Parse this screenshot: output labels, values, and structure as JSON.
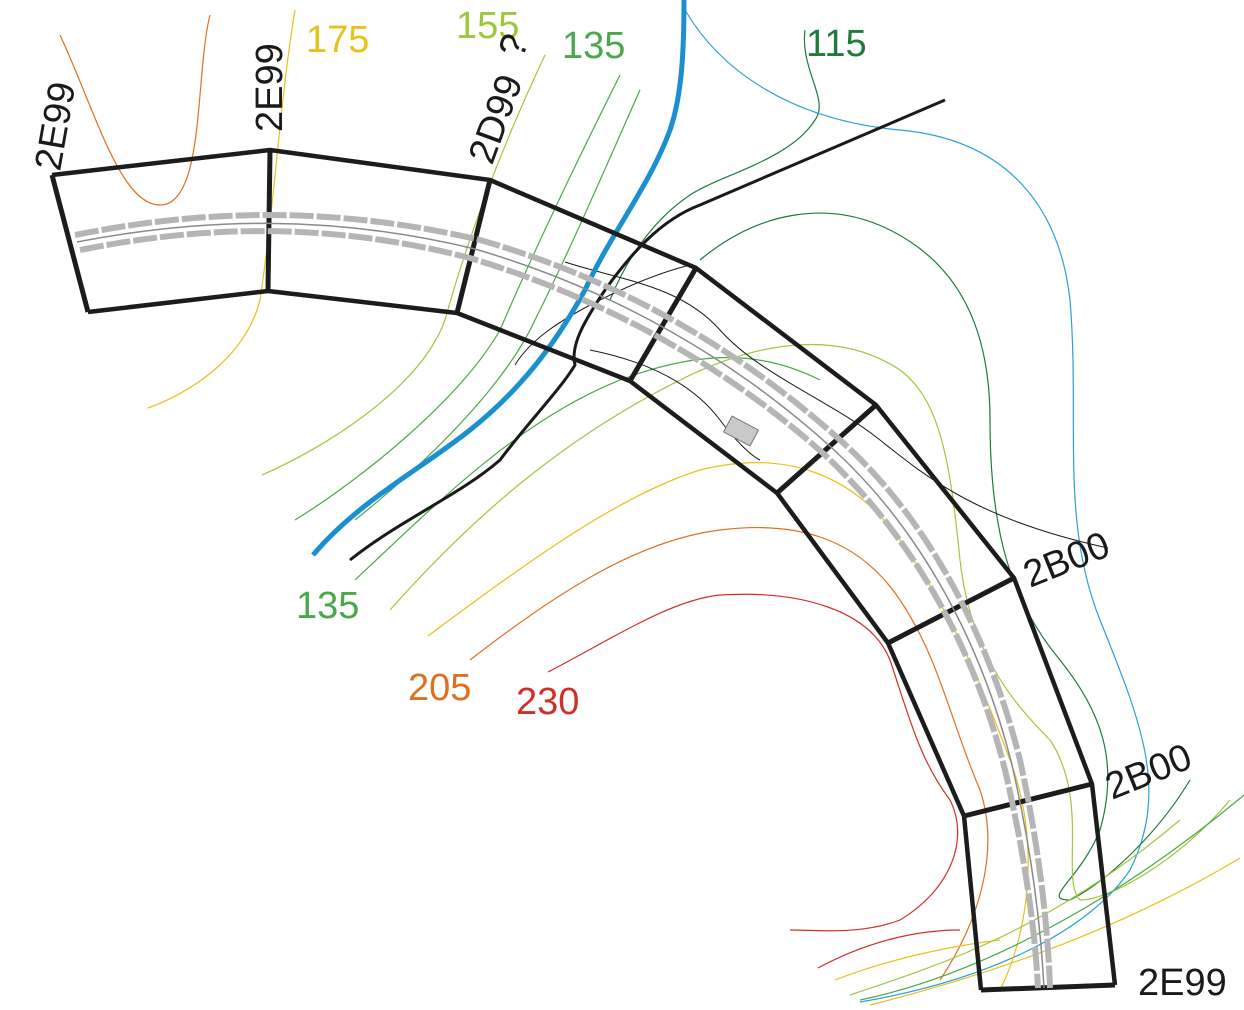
{
  "colors": {
    "river": "#1a8fd1",
    "road": "#1a1a1a",
    "contour_115": "#1f7a3c",
    "contour_135": "#4aa84a",
    "contour_155": "#9ec83a",
    "contour_175": "#e6c21a",
    "contour_205": "#e07020",
    "contour_230": "#d03028",
    "contour_blue": "#2aa0d8",
    "section_outline": "#1c1c1c"
  },
  "contour_labels": [
    {
      "id": "c175",
      "text": "175",
      "color": "#e6c21a"
    },
    {
      "id": "c155",
      "text": "155",
      "color": "#9ec83a"
    },
    {
      "id": "c135-top",
      "text": "135",
      "color": "#4aa84a"
    },
    {
      "id": "c115",
      "text": "115",
      "color": "#1f7a3c"
    },
    {
      "id": "c135-bottom",
      "text": "135",
      "color": "#4aa84a"
    },
    {
      "id": "c205",
      "text": "205",
      "color": "#e07020"
    },
    {
      "id": "c230",
      "text": "230",
      "color": "#d03028"
    }
  ],
  "segment_labels": [
    {
      "id": "s1",
      "text": "2E99"
    },
    {
      "id": "s2",
      "text": "2E99"
    },
    {
      "id": "s3",
      "text": "2D99"
    },
    {
      "id": "s3q",
      "text": "?"
    },
    {
      "id": "s4",
      "text": "2B00"
    },
    {
      "id": "s5",
      "text": "2B00"
    },
    {
      "id": "s6",
      "text": "2E99"
    }
  ]
}
